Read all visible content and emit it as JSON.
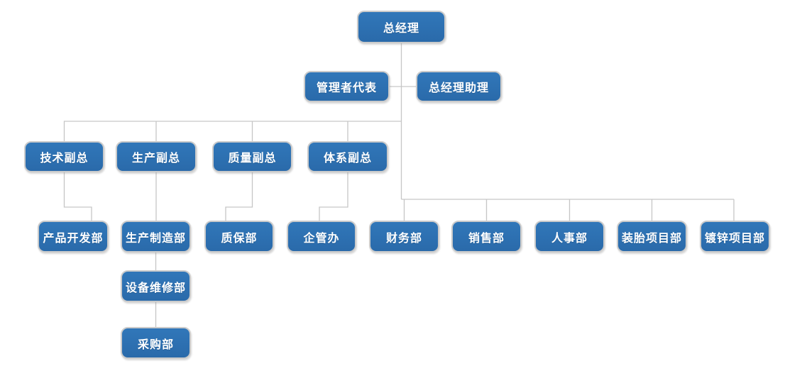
{
  "diagram": {
    "type": "org-chart",
    "colors": {
      "background": "#FFFFFF",
      "node_fill": "#2E74B5",
      "node_border": "#CBCBCB",
      "node_text": "#FFFFFF",
      "connector": "#C6C6C6"
    },
    "nodes": [
      {
        "id": "general-manager",
        "label": "总经理",
        "level": 1,
        "parent": null
      },
      {
        "id": "management-representative",
        "label": "管理者代表",
        "level": 2,
        "parent": "general-manager"
      },
      {
        "id": "gm-assistant",
        "label": "总经理助理",
        "level": 2,
        "parent": "general-manager"
      },
      {
        "id": "tech-vp",
        "label": "技术副总",
        "level": 3,
        "parent": "general-manager"
      },
      {
        "id": "production-vp",
        "label": "生产副总",
        "level": 3,
        "parent": "general-manager"
      },
      {
        "id": "quality-vp",
        "label": "质量副总",
        "level": 3,
        "parent": "general-manager"
      },
      {
        "id": "system-vp",
        "label": "体系副总",
        "level": 3,
        "parent": "general-manager"
      },
      {
        "id": "product-development",
        "label": "产品开发部",
        "level": 4,
        "parent": "tech-vp"
      },
      {
        "id": "manufacturing",
        "label": "生产制造部",
        "level": 4,
        "parent": "production-vp"
      },
      {
        "id": "quality-assurance",
        "label": "质保部",
        "level": 4,
        "parent": "quality-vp"
      },
      {
        "id": "enterprise-mgmt-office",
        "label": "企管办",
        "level": 4,
        "parent": "system-vp"
      },
      {
        "id": "finance",
        "label": "财务部",
        "level": 4,
        "parent": "general-manager"
      },
      {
        "id": "sales",
        "label": "销售部",
        "level": 4,
        "parent": "general-manager"
      },
      {
        "id": "hr",
        "label": "人事部",
        "level": 4,
        "parent": "general-manager"
      },
      {
        "id": "tire-mounting-project",
        "label": "装胎项目部",
        "level": 4,
        "parent": "general-manager"
      },
      {
        "id": "galvanizing-project",
        "label": "镀锌项目部",
        "level": 4,
        "parent": "general-manager"
      },
      {
        "id": "equipment-maintenance",
        "label": "设备维修部",
        "level": 5,
        "parent": "manufacturing"
      },
      {
        "id": "purchasing",
        "label": "采购部",
        "level": 6,
        "parent": "equipment-maintenance"
      }
    ]
  }
}
